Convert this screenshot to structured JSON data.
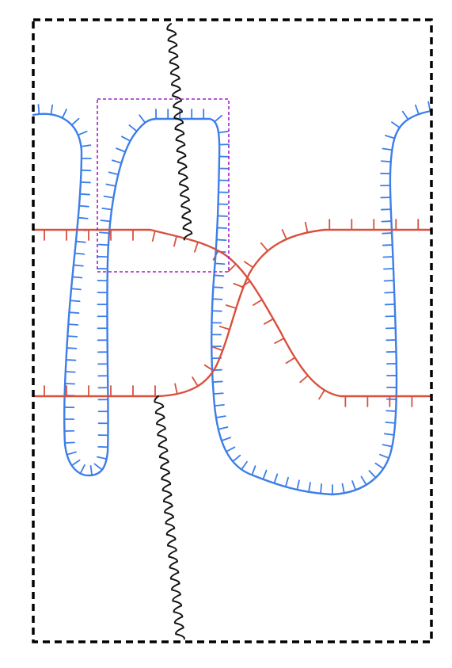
{
  "colors": {
    "frame": "#000000",
    "blue_curve": "#3d7ee8",
    "red_curve": "#d9503d",
    "wavy_line": "#111111",
    "highlight_box": "#a020c8",
    "background": "#ffffff"
  },
  "diagram": {
    "elements": [
      {
        "name": "outer-frame",
        "style": "dashed-thick"
      },
      {
        "name": "highlight-box",
        "style": "dotted-thin"
      },
      {
        "name": "blue-left-loop",
        "style": "hatched"
      },
      {
        "name": "blue-middle-loop",
        "style": "hatched"
      },
      {
        "name": "blue-right-loop",
        "style": "hatched"
      },
      {
        "name": "red-upper-curve",
        "style": "hatched"
      },
      {
        "name": "red-lower-curve",
        "style": "hatched"
      },
      {
        "name": "wavy-line-upper",
        "style": "zigzag"
      },
      {
        "name": "wavy-line-lower",
        "style": "zigzag"
      }
    ]
  }
}
